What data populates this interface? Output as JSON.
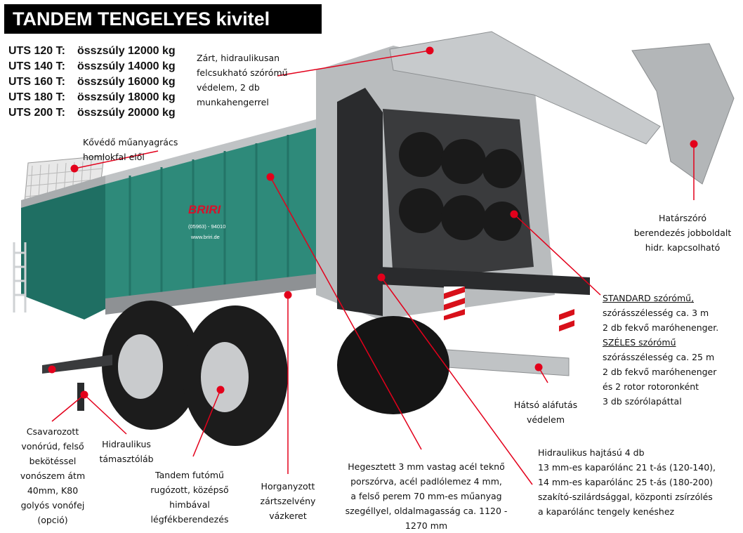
{
  "title": "TANDEM TENGELYES kivitel",
  "models": [
    {
      "model": "UTS 120 T:",
      "weight": "összsúly 12000 kg"
    },
    {
      "model": "UTS 140 T:",
      "weight": "összsúly 14000 kg"
    },
    {
      "model": "UTS 160 T:",
      "weight": "összsúly 16000 kg"
    },
    {
      "model": "UTS 180 T:",
      "weight": "összsúly 18000 kg"
    },
    {
      "model": "UTS 200 T:",
      "weight": "összsúly 20000 kg"
    }
  ],
  "brand_logo": "BRIRI",
  "phone_text": "(05963) - 94010",
  "web_text": "www.briri.de",
  "labels": {
    "cover": [
      "Zárt, hidraulikusan",
      "felcsukható szórómű",
      "védelem, 2 db",
      "munkahengerrel"
    ],
    "guard": [
      "Kővédő műanyagrács",
      "homlokfal elől"
    ],
    "border": [
      "Határszóró",
      "berendezés jobboldalt",
      "hidr. kapcsolható"
    ],
    "standard": [
      "STANDARD szórómű,",
      "szórásszélesség ca. 3 m",
      "2 db fekvő maróhenenger."
    ],
    "wide": [
      "SZÉLES szórómű",
      "szórásszélesség ca. 25 m",
      "2 db fekvő maróhenenger",
      "és 2 rotor rotoronként",
      "3 db szórólapáttal"
    ],
    "rear": [
      "Hátsó aláfutás",
      "védelem"
    ],
    "drawbar": [
      "Csavarozott",
      "vonórúd, felső",
      "bekötéssel",
      "vonószem átm",
      "40mm, K80",
      "golyós vonófej",
      "(opció)"
    ],
    "jack": [
      "Hidraulikus",
      "támasztóláb"
    ],
    "axle": [
      "Tandem futómű",
      "rugózott, középső",
      "himbával",
      "légfékberendezés"
    ],
    "frame": [
      "Horganyzott",
      "zártszelvény",
      "vázkeret"
    ],
    "floor": [
      "Hegesztett 3 mm vastag acél teknő",
      "porszórva, acél padlólemez 4 mm,",
      "a felső perem 70 mm-es műanyag",
      "szegéllyel, oldalmagasság ca. 1120 -",
      "1270 mm"
    ],
    "chain": [
      "Hidraulikus hajtású 4 db",
      "13 mm-es kaparólánc 21 t-ás (120-140),",
      "14 mm-es kaparólánc 25 t-ás (180-200)",
      "szakító-szilárdsággal, központi zsírzólés",
      "a kaparólánc tengely kenéshez"
    ]
  },
  "colors": {
    "body_green": "#2e8a7a",
    "steel": "#b9bcbe",
    "dark": "#2a2b2d",
    "tire": "#1c1c1c",
    "rim": "#c9cbcd",
    "callout": "#e3001b"
  }
}
